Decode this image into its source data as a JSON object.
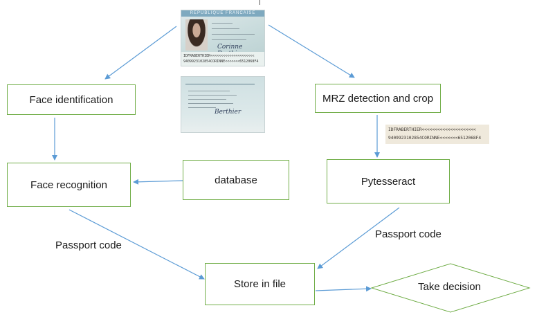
{
  "nodes": {
    "face_identification": "Face identification",
    "mrz_detection": "MRZ detection and crop",
    "face_recognition": "Face recognition",
    "database": "database",
    "pytesseract": "Pytesseract",
    "store_in_file": "Store in file",
    "take_decision": "Take decision"
  },
  "edge_labels": {
    "left_passport_code": "Passport code",
    "right_passport_code": "Passport code"
  },
  "id_card": {
    "header": "REPUBLIQUE FRANCAISE",
    "mrz_line_1": "IDFRABERTHIER<<<<<<<<<<<<<<<<<<<<<",
    "mrz_line_2": "9409923102854CORINNE<<<<<<<6512068F4"
  },
  "mrz_crop": {
    "line_1": "IDFRABERTHIER<<<<<<<<<<<<<<<<<<<<<",
    "line_2": "9409923102854CORINNE<<<<<<<6512068F4"
  },
  "colors": {
    "box_border": "#70ad47",
    "arrow": "#5b9bd5"
  }
}
